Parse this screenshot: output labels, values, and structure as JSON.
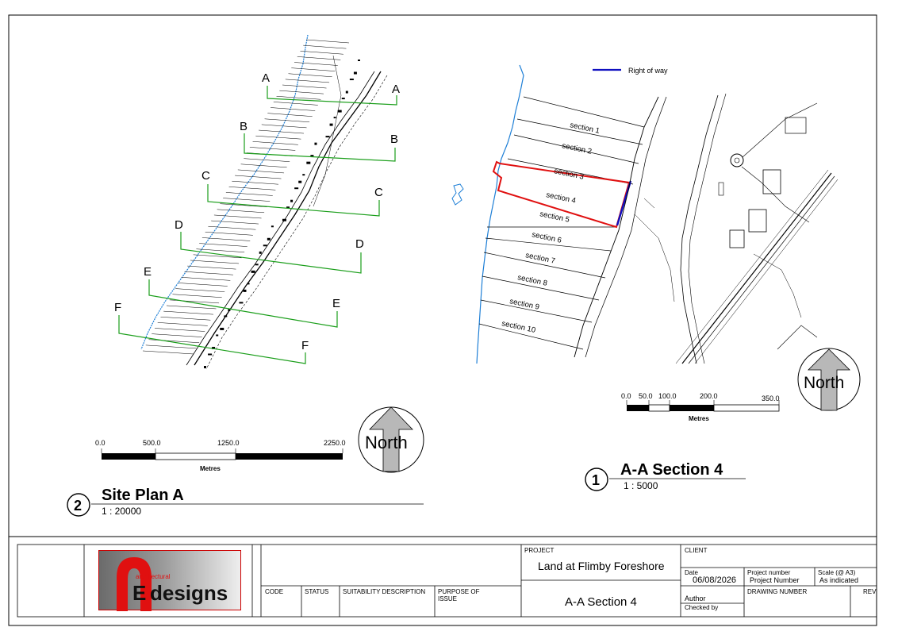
{
  "legend": {
    "right_of_way": "Right of way"
  },
  "colors": {
    "grid_lines": "#1a9e1a",
    "coastline": "#1e7fd6",
    "highlight_plot": "#e01010",
    "right_of_way": "#1010c0",
    "drawing_ink": "#000000",
    "north_arrow_fill": "#b8b8b8",
    "logo_red": "#e01010"
  },
  "site_plan": {
    "section_markers": [
      "A",
      "B",
      "C",
      "D",
      "E",
      "F"
    ],
    "scale_bar": {
      "ticks": [
        "0.0",
        "500.0",
        "1250.0",
        "2250.0"
      ],
      "unit": "Metres"
    },
    "north_label": "North",
    "view_number": "2",
    "view_title": "Site Plan A",
    "view_scale": "1 : 20000"
  },
  "section_view": {
    "sections": [
      "section 1",
      "section 2",
      "section 3",
      "section 4",
      "section 5",
      "section 6",
      "section 7",
      "section 8",
      "section 9",
      "section 10"
    ],
    "scale_bar": {
      "ticks": [
        "0.0",
        "50.0",
        "100.0",
        "200.0",
        "350.0"
      ],
      "unit": "Metres"
    },
    "north_label": "North",
    "view_number": "1",
    "view_title": "A-A Section 4",
    "view_scale": "1 : 5000"
  },
  "title_block": {
    "logo_small": "architectural",
    "logo_letters": "E",
    "logo_word": "designs",
    "col_code": "CODE",
    "col_status": "STATUS",
    "col_suitability": "SUITABILITY DESCRIPTION",
    "col_purpose": "PURPOSE OF ISSUE",
    "project_label": "PROJECT",
    "project_value": "Land at Flimby Foreshore",
    "drawing_title": "A-A Section 4",
    "client_label": "CLIENT",
    "date_label": "Date",
    "date_value": "06/08/2026",
    "project_number_label": "Project number",
    "project_number_value": "Project Number",
    "scale_label": "Scale (@ A3)",
    "scale_value": "As indicated",
    "author_label": "Author",
    "checked_label": "Checked by",
    "drawing_number_label": "DRAWING NUMBER",
    "rev_label": "REV"
  }
}
